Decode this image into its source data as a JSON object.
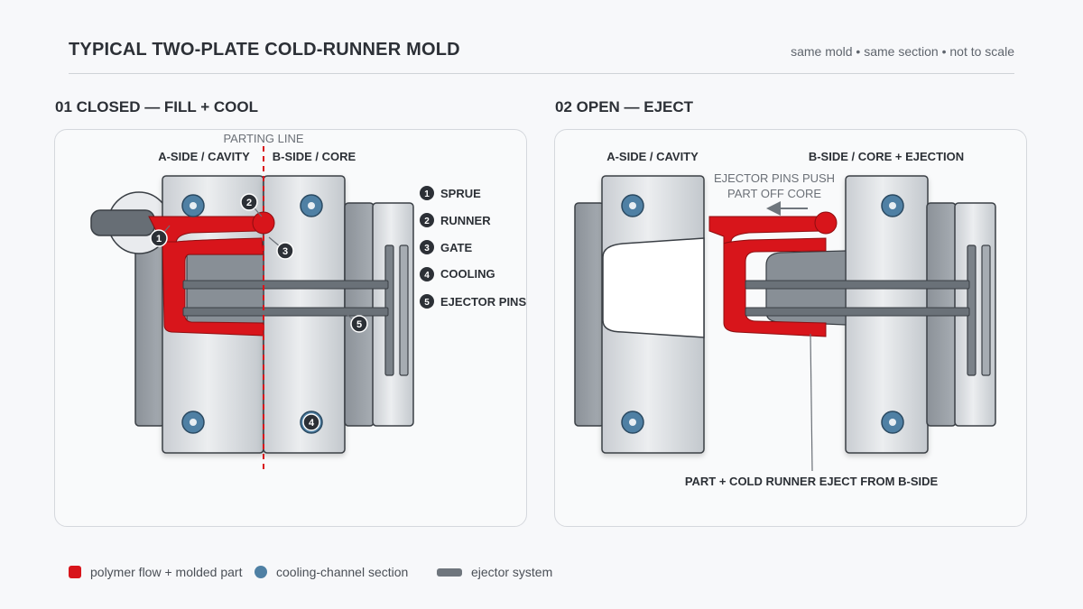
{
  "header": {
    "title": "TYPICAL TWO-PLATE COLD-RUNNER MOLD",
    "subtitle": "same mold • same section • not to scale"
  },
  "panel_closed": {
    "heading": "01 CLOSED — FILL + COOL",
    "parting_line": "PARTING LINE",
    "a_side": "A-SIDE / CAVITY",
    "b_side": "B-SIDE / CORE",
    "callouts": [
      {
        "num": "1",
        "label": "SPRUE"
      },
      {
        "num": "2",
        "label": "RUNNER"
      },
      {
        "num": "3",
        "label": "GATE"
      },
      {
        "num": "4",
        "label": "COOLING"
      },
      {
        "num": "5",
        "label": "EJECTOR PINS"
      }
    ]
  },
  "panel_open": {
    "heading": "02 OPEN — EJECT",
    "a_side": "A-SIDE / CAVITY",
    "b_side": "B-SIDE / CORE + EJECTION",
    "push_note_line1": "EJECTOR PINS PUSH",
    "push_note_line2": "PART OFF CORE",
    "eject_note": "PART + COLD RUNNER EJECT FROM B-SIDE"
  },
  "legend": {
    "polymer": "polymer flow + molded part",
    "cooling": "cooling-channel section",
    "ejector": "ejector system"
  },
  "colors": {
    "polymer": "#d8151b",
    "cooling": "#4f80a4",
    "ejector": "#6f767d",
    "plate": "#d3d7dc"
  }
}
